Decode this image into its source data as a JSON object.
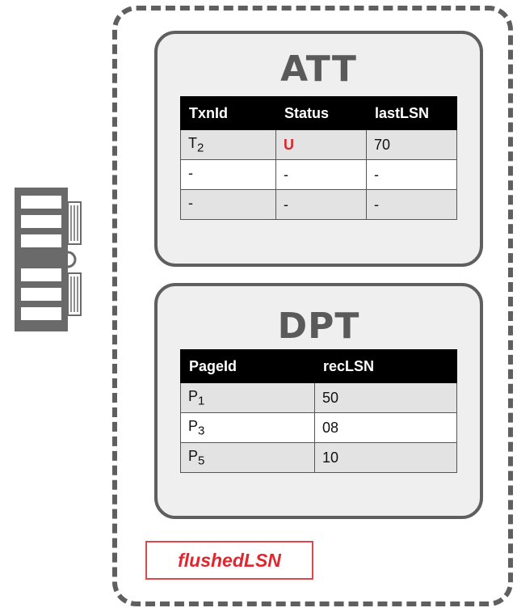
{
  "att": {
    "title": "ATT",
    "columns": [
      "TxnId",
      "Status",
      "lastLSN"
    ],
    "rows": [
      {
        "txn": "T",
        "txn_sub": "2",
        "status": "U",
        "last_lsn": "70"
      },
      {
        "txn": "-",
        "txn_sub": "",
        "status": "-",
        "last_lsn": "-"
      },
      {
        "txn": "-",
        "txn_sub": "",
        "status": "-",
        "last_lsn": "-"
      }
    ]
  },
  "dpt": {
    "title": "DPT",
    "columns": [
      "PageId",
      "recLSN"
    ],
    "rows": [
      {
        "page": "P",
        "page_sub": "1",
        "rec_lsn": "50"
      },
      {
        "page": "P",
        "page_sub": "3",
        "rec_lsn": "08"
      },
      {
        "page": "P",
        "page_sub": "5",
        "rec_lsn": "10"
      }
    ]
  },
  "flushed_lsn_label": "flushedLSN",
  "colors": {
    "border_gray": "#5f5f5f",
    "panel_fill": "#efefef",
    "header_black": "#000000",
    "accent_red": "#e0262e"
  },
  "icons": [
    "memory-chip-icon"
  ]
}
